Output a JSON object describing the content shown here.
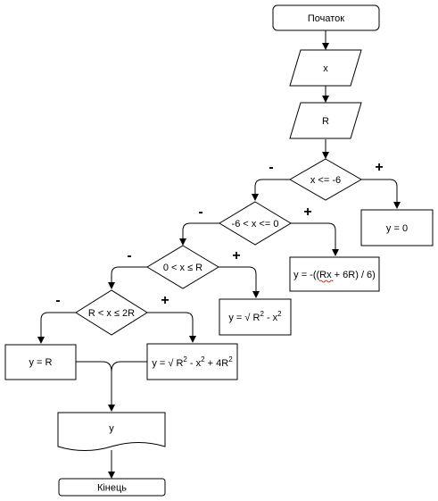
{
  "nodes": {
    "start": "Початок",
    "input_x": "x",
    "input_r": "R",
    "cond1": "x <= -6",
    "cond2": "-6 < x <= 0",
    "cond3": "0 < x ≤ R",
    "cond4": "R < x ≤ 2R",
    "out_zero": "y = 0",
    "out_line": {
      "prefix": "y =  -((",
      "mark": "Rx",
      "suffix": " + 6R) / 6)"
    },
    "out_circle": {
      "a": "y = √ R",
      "e1": "2",
      "b": " - x",
      "e2": "2"
    },
    "out_r": "y = R",
    "out_circle2": {
      "a": "y = √ R",
      "e1": "2",
      "b": " - x",
      "e2": "2",
      "c": " + 4R",
      "e3": "2"
    },
    "output_y": "y",
    "end": "Кінець"
  },
  "signs": {
    "yes": "+",
    "no": "-"
  }
}
